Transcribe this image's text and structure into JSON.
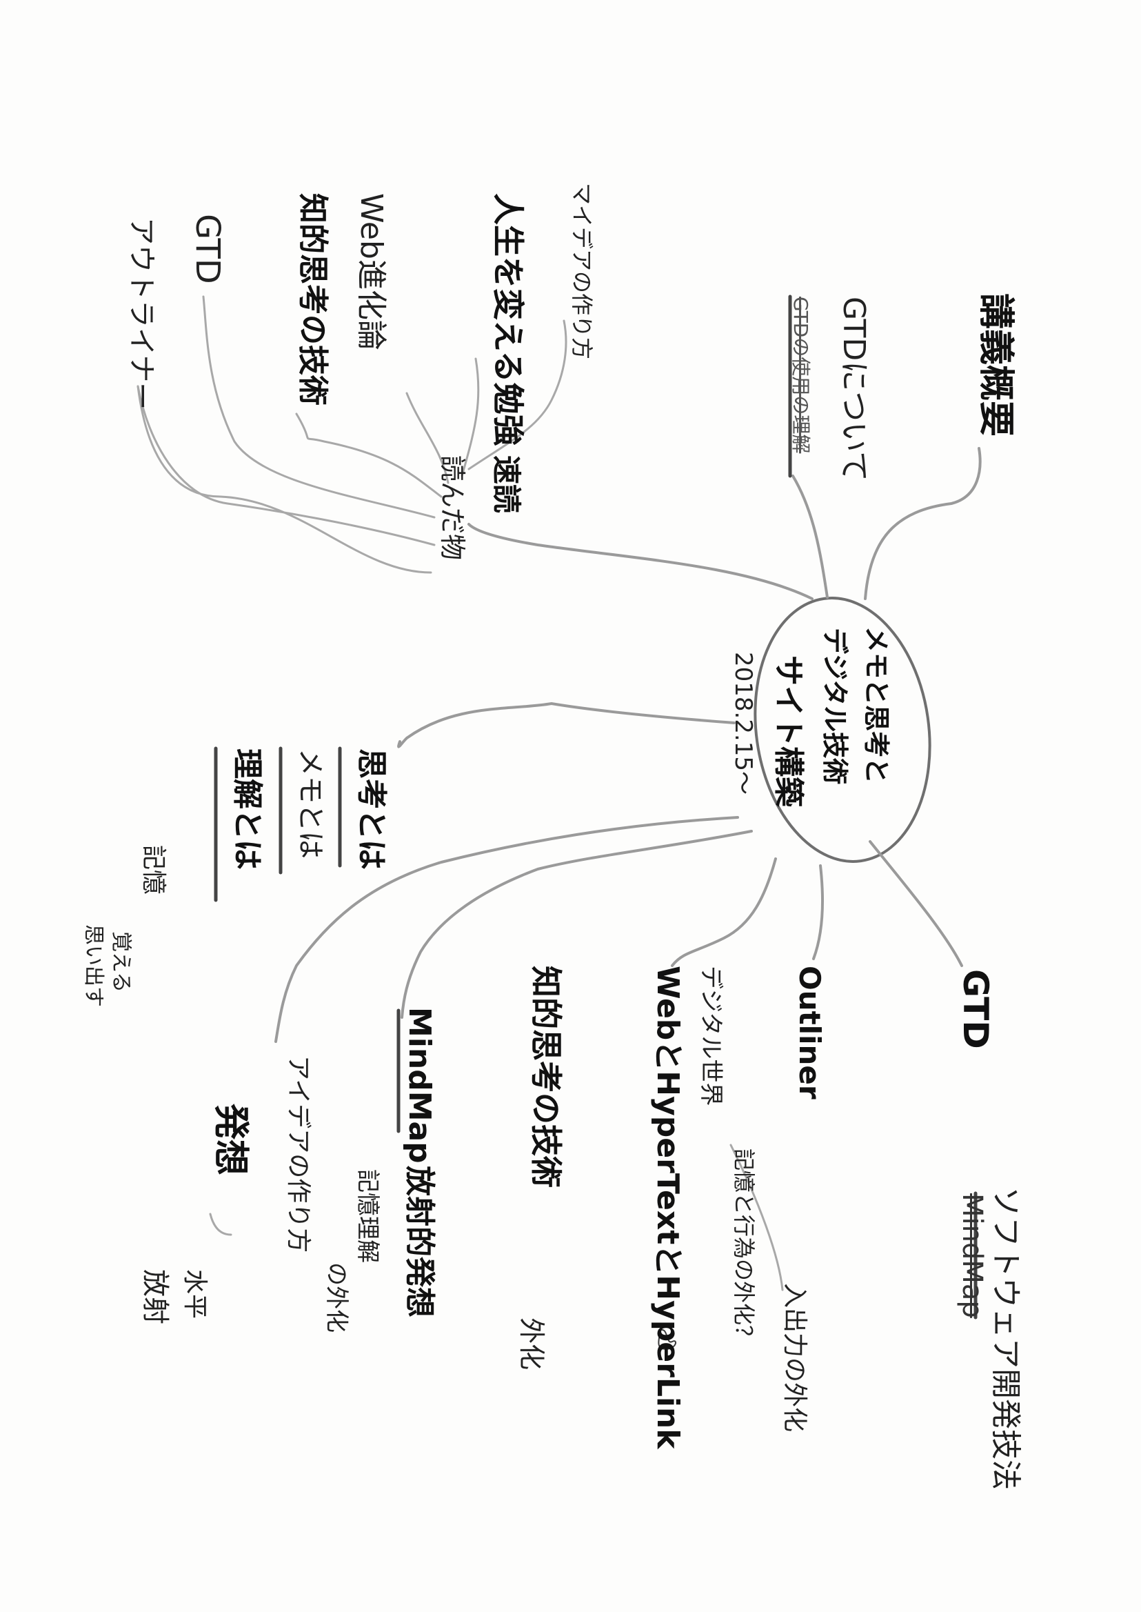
{
  "center": {
    "lines": [
      "メモと思考と",
      "デジタル技術",
      "サイト構築"
    ],
    "date": "2018.2.15～"
  },
  "top_right": {
    "title": "講義概要",
    "gtd_about": "GTDについて",
    "gtd_struck": "GTDの使用の理解"
  },
  "reading": {
    "hub": "速読",
    "hub_sub": "読んだ物",
    "items": [
      "マイデアの作り方",
      "人生を変える勉強",
      "Web進化論",
      "知的思考の技術",
      "GTD",
      "アウトライナー"
    ]
  },
  "thinking": {
    "items": [
      "思考とは",
      "メモとは",
      "理解とは"
    ],
    "memory": "記憶",
    "kakushi": "覚える",
    "omoidasu": "思い出す"
  },
  "right_branches": {
    "gtd": "GTD",
    "outliner": "Outliner",
    "web_title": "デジタル世界",
    "web_main": "WebとHyperTextとHyperLink",
    "memory_note": "記憶と行為の外化？",
    "input_out": "入出力の外化",
    "chiteki": "知的思考の技術",
    "gaika": "外化",
    "mindmap": "MindMap",
    "hoshateki": "放射的発想",
    "kioku_rikai": "記憶理解",
    "gaika2": "の外化",
    "idea_make": "アイデアの作り方",
    "hasso": "発想",
    "suihei": "水平",
    "hosha": "放射",
    "software": "ソフトウェア開発技法",
    "mindmap_struck": "MindMap"
  }
}
